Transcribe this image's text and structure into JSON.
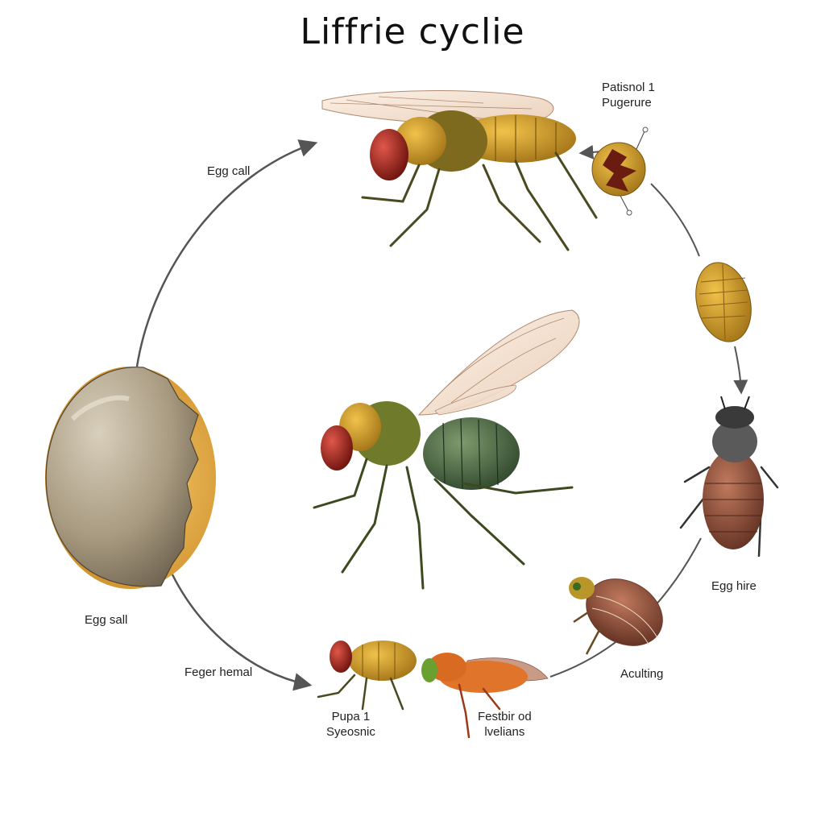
{
  "title": "Liffrie cyclie",
  "labels": {
    "top_right_line1": "Patisnol 1",
    "top_right_line2": "Pugerure",
    "egg_call": "Egg call",
    "egg_sall": "Egg sall",
    "feger_hemal": "Feger hemal",
    "pupa_line1": "Pupa 1",
    "pupa_line2": "Syeosnic",
    "festbir_line1": "Festbir od",
    "festbir_line2": "lvelians",
    "aculting": "Aculting",
    "egg_hire": "Egg hire"
  },
  "colors": {
    "arrow": "#555555",
    "egg_shell": "#b9ad96",
    "egg_inner": "#e3a53d",
    "fly_eye": "#a8261c",
    "fly_thorax": "#b08a22",
    "fly_abdomen_green": "#3f5f3c",
    "pupa_gold": "#d9a52a",
    "beetle_brown": "#8a4a36"
  },
  "icons": [
    "egg-icon",
    "adult-fly-icon",
    "central-fly-icon",
    "cracked-egg-icon",
    "pupa-icon",
    "beetle-icon",
    "beetle-larva-icon",
    "small-fly-icon",
    "orange-fly-icon"
  ]
}
